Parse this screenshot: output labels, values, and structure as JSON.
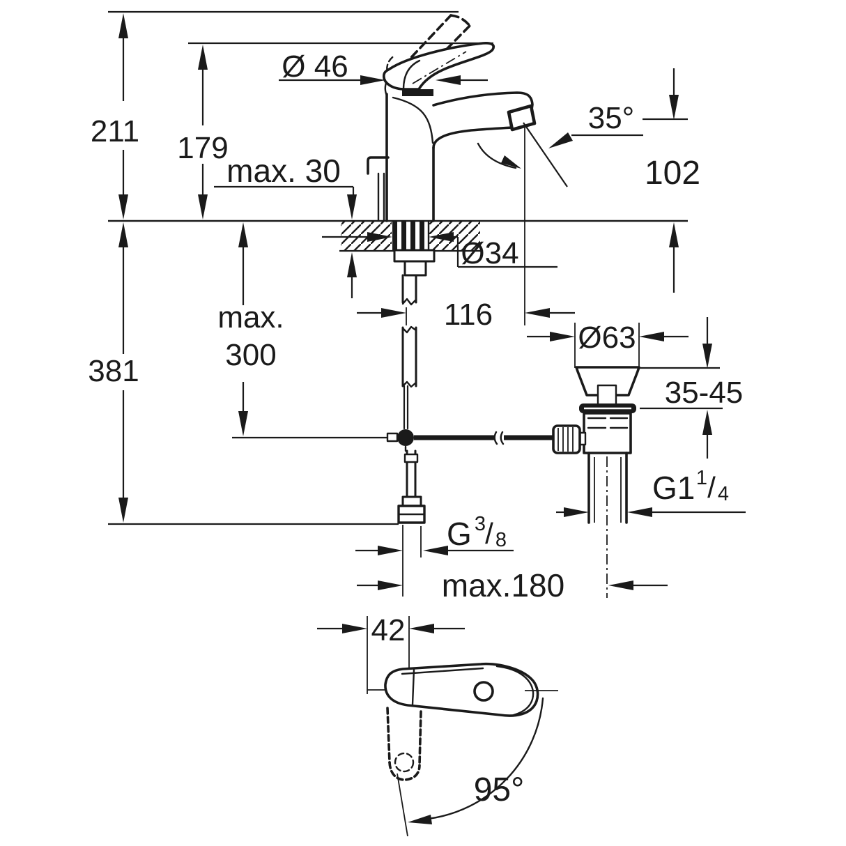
{
  "colors": {
    "background": "#ffffff",
    "ink": "#1a1a1a"
  },
  "labels": {
    "overall_height": "211",
    "height_to_handle": "179",
    "body_diameter": "Ø 46",
    "spray_angle": "35°",
    "spout_height": "102",
    "deck_max_thickness": "max. 30",
    "hole_diameter": "Ø34",
    "spout_reach": "116",
    "rod_depth_max_line1": "max.",
    "rod_depth_max_line2": "300",
    "total_depth": "381",
    "waste_flange_diameter": "Ø63",
    "basin_thickness_range": "35-45",
    "waste_thread": {
      "base": "G1",
      "num": "1",
      "slash": "/",
      "den": "4"
    },
    "supply_thread": {
      "base": "G",
      "num": "3",
      "slash": "/",
      "den": "8"
    },
    "hose_spread_max": "max.180",
    "handle_width": "42",
    "handle_swivel_angle": "95°"
  }
}
